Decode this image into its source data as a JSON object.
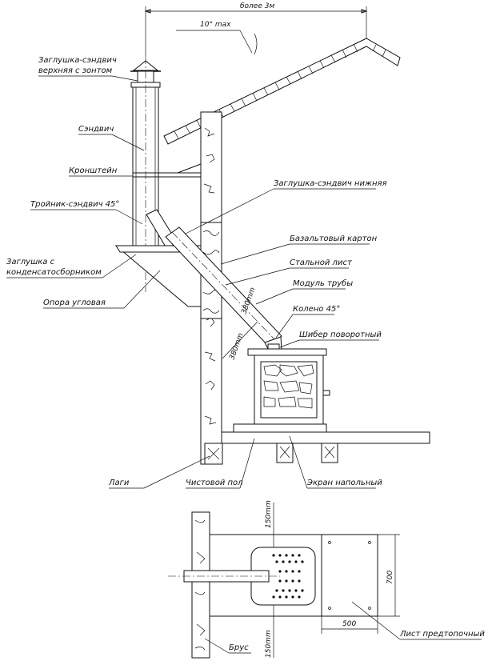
{
  "dimensions": {
    "top_span": "более 3м",
    "clearance": "10° max",
    "pipe_len_1": "380mm",
    "pipe_len_2": "380mm",
    "plan_top_gap": "150mm",
    "plan_bottom_gap": "150mm",
    "plan_height": "700",
    "plan_width": "500"
  },
  "labels": {
    "cap_top": [
      "Заглушка-сэндвич",
      "верхняя с зонтом"
    ],
    "sandwich": "Сэндвич",
    "bracket": "Кронштейн",
    "tee": "Тройник-сэндвич 45°",
    "cap_condensate": [
      "Заглушка с",
      "конденсатосборником"
    ],
    "corner_support": "Опора угловая",
    "cap_bottom": "Заглушка-сэндвич нижняя",
    "basalt_board": "Базальтовый картон",
    "steel_sheet": "Стальной лист",
    "pipe_module": "Модуль трубы",
    "elbow": "Колено 45°",
    "damper": "Шибер поворотный",
    "joists": "Лаги",
    "finish_floor": "Чистовой пол",
    "floor_screen": "Экран напольный",
    "beam": "Брус",
    "pre_furnace_sheet": "Лист предтопочный"
  }
}
